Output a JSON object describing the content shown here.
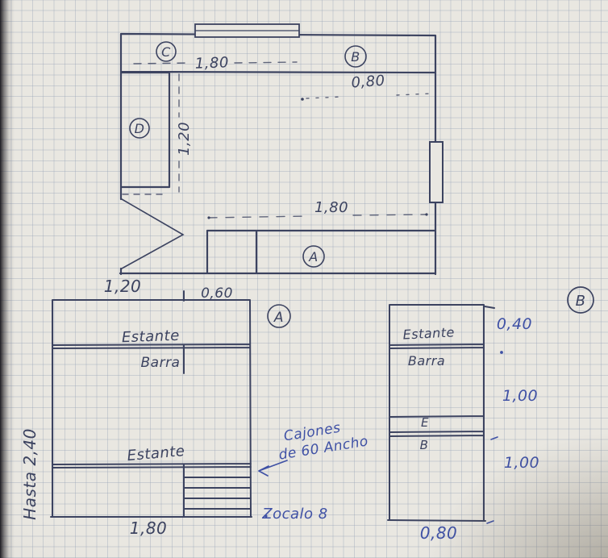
{
  "plan": {
    "closet_c_label": "C",
    "closet_b_label": "B",
    "closet_d_label": "D",
    "counter_a_label": "A",
    "dim_top": "1,80",
    "dim_right": "0,80",
    "dim_left_vertical": "1,20",
    "dim_bottom": "1,80"
  },
  "elev_a": {
    "title_label": "A",
    "dim_width_left": "1,20",
    "dim_width_right": "0,60",
    "shelf_top_label": "Estante",
    "bar_label": "Barra",
    "shelf_mid_label": "Estante",
    "drawers_note_line1": "Cajones",
    "drawers_note_line2": "de 60 Ancho",
    "baseboard_note": "Zocalo 8",
    "dim_width_total": "1,80",
    "height_note": "Hasta 2,40"
  },
  "elev_b": {
    "title_label": "B",
    "shelf_label": "Estante",
    "bar_label": "Barra",
    "dim_top": "0,40",
    "dim_mid": "1,00",
    "section_e_label": "E",
    "section_b_label": "B",
    "dim_bottom": "1,00",
    "dim_width": "0,80"
  },
  "colors": {
    "ink": "#3c4360",
    "pen_blue": "#3f51a5",
    "paper": "#e9e7e1",
    "grid": "#96a2b6"
  }
}
